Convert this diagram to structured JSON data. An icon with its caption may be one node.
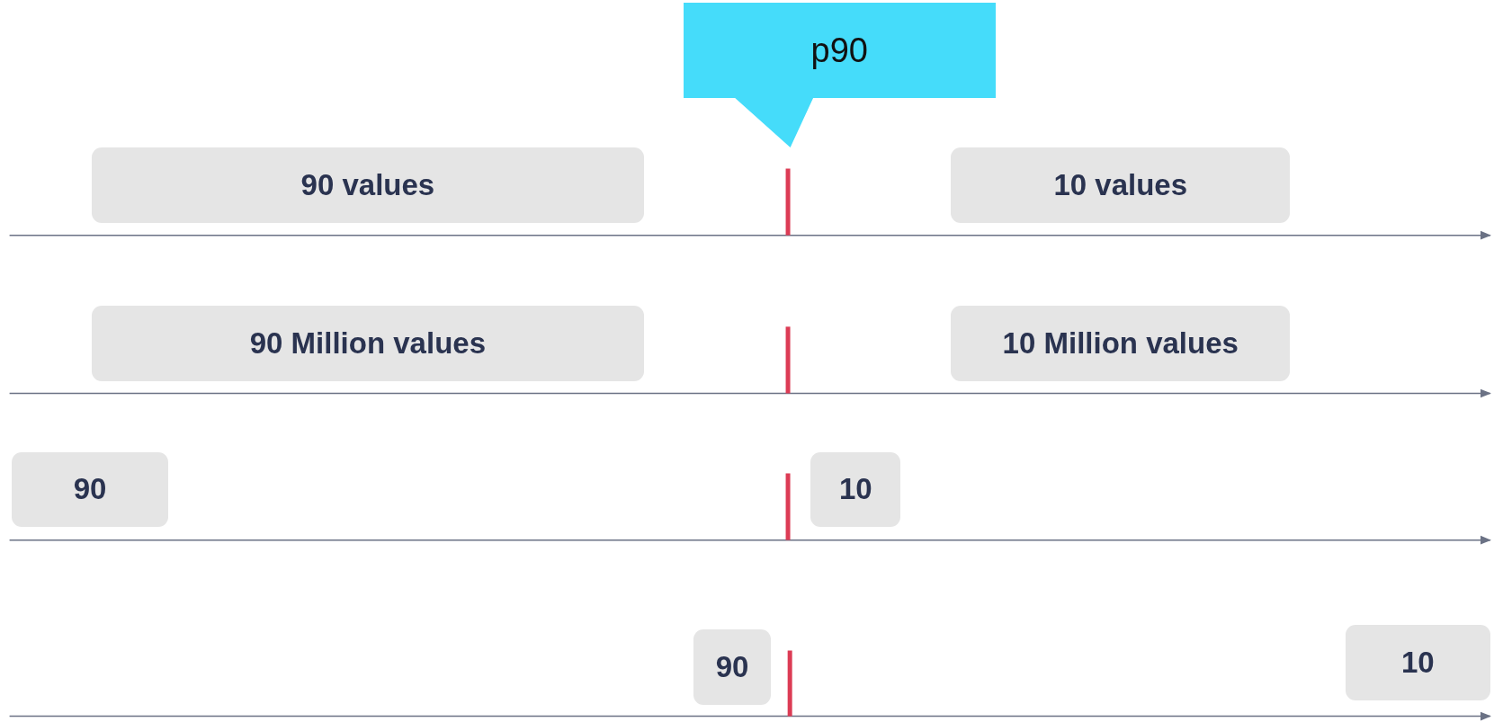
{
  "diagram": {
    "nodes": [
      {
        "text": [
          "p90"
        ]
      },
      {
        "text": [
          "90 values"
        ]
      },
      {
        "text": [
          "10 values"
        ]
      },
      {
        "text": [
          "90 Million values"
        ]
      },
      {
        "text": [
          "10 Million values"
        ]
      },
      {
        "text": [
          "90"
        ]
      },
      {
        "text": [
          "10"
        ]
      },
      {
        "text": [
          "90"
        ]
      },
      {
        "text": [
          "10"
        ]
      }
    ]
  }
}
